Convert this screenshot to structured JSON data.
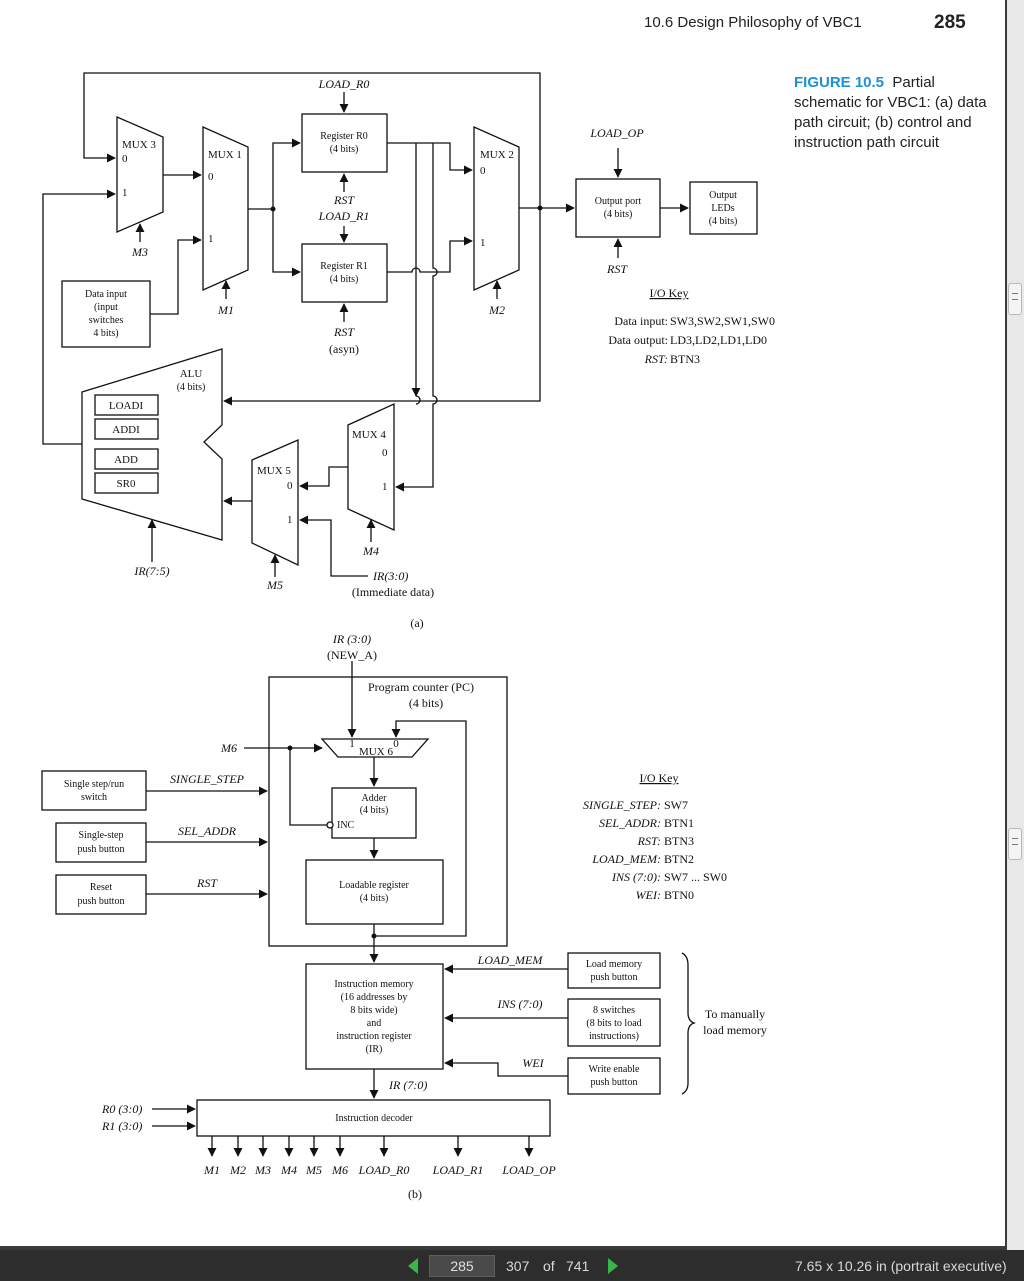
{
  "header": {
    "running_head": "10.6  Design Philosophy of VBC1",
    "page_number": "285"
  },
  "caption": {
    "label": "FIGURE 10.5",
    "text": "Partial schematic for VBC1: (a) data path circuit; (b) control and instruction path circuit"
  },
  "diagram_a": {
    "load_r0": "LOAD_R0",
    "load_r1": "LOAD_R1",
    "load_op": "LOAD_OP",
    "mux3": "MUX 3",
    "mux1": "MUX 1",
    "mux2": "MUX 2",
    "mux4": "MUX 4",
    "mux5": "MUX 5",
    "in0": "0",
    "in1": "1",
    "reg_r0": "Register R0",
    "reg_r1": "Register R1",
    "four_bits": "(4 bits)",
    "rst": "RST",
    "asyn": "(asyn)",
    "output_port": "Output port",
    "output_leds_1": "Output",
    "output_leds_2": "LEDs",
    "data_input": [
      "Data input",
      "(input",
      "switches",
      "4 bits)"
    ],
    "alu": "ALU",
    "alu_ops": [
      "LOADI",
      "ADDI",
      "ADD",
      "SR0"
    ],
    "m1": "M1",
    "m2": "M2",
    "m3": "M3",
    "m4": "M4",
    "m5": "M5",
    "ir75": "IR(7:5)",
    "ir30": "IR(3:0)",
    "imm": "(Immediate data)",
    "io_key_title": "I/O Key",
    "io_key": [
      {
        "k": "Data input:",
        "v": "SW3,SW2,SW1,SW0"
      },
      {
        "k": "Data output:",
        "v": "LD3,LD2,LD1,LD0"
      },
      {
        "k": "RST:",
        "v": "BTN3"
      }
    ],
    "sublabel": "(a)"
  },
  "diagram_b": {
    "ir_newa_1": "IR (3:0)",
    "ir_newa_2": "(NEW_A)",
    "pc_1": "Program counter (PC)",
    "pc_2": "(4 bits)",
    "m6": "M6",
    "mux6": "MUX 6",
    "in1": "1",
    "in0": "0",
    "adder": "Adder",
    "four_bits": "(4 bits)",
    "inc": "INC",
    "loadable": "Loadable register",
    "single_step_box": [
      "Single step/run",
      "switch"
    ],
    "single_step": "SINGLE_STEP",
    "sel_addr_box": [
      "Single-step",
      "push button"
    ],
    "sel_addr": "SEL_ADDR",
    "reset_box": [
      "Reset",
      "push button"
    ],
    "rst": "RST",
    "imem": [
      "Instruction memory",
      "(16 addresses by",
      "8 bits wide)",
      "and",
      "instruction register",
      "(IR)"
    ],
    "load_mem": "LOAD_MEM",
    "ins": "INS (7:0)",
    "wei": "WEI",
    "load_mem_box": [
      "Load memory",
      "push button"
    ],
    "switches_box": [
      "8 switches",
      "(8 bits to load",
      "instructions)"
    ],
    "wei_box": [
      "Write enable",
      "push button"
    ],
    "manual": [
      "To manually",
      "load memory"
    ],
    "ir70": "IR (7:0)",
    "decoder": "Instruction decoder",
    "r0in": "R0 (3:0)",
    "r1in": "R1 (3:0)",
    "outputs": [
      "M1",
      "M2",
      "M3",
      "M4",
      "M5",
      "M6",
      "LOAD_R0",
      "LOAD_R1",
      "LOAD_OP"
    ],
    "io_key_title": "I/O Key",
    "io_key": [
      {
        "k": "SINGLE_STEP:",
        "v": "SW7"
      },
      {
        "k": "SEL_ADDR:",
        "v": "BTN1"
      },
      {
        "k": "RST:",
        "v": "BTN3"
      },
      {
        "k": "LOAD_MEM:",
        "v": "BTN2"
      },
      {
        "k": "INS (7:0):",
        "v": "SW7 ... SW0"
      },
      {
        "k": "WEI:",
        "v": "BTN0"
      }
    ],
    "sublabel": "(b)"
  },
  "toolbar": {
    "page_input": "285",
    "physical_page": "307",
    "of": "of",
    "total_pages": "741",
    "page_size": "7.65 x 10.26 in (portrait executive)"
  },
  "colors": {
    "accent": "#1f8fd6",
    "nav_arrow": "#3bb54a"
  }
}
